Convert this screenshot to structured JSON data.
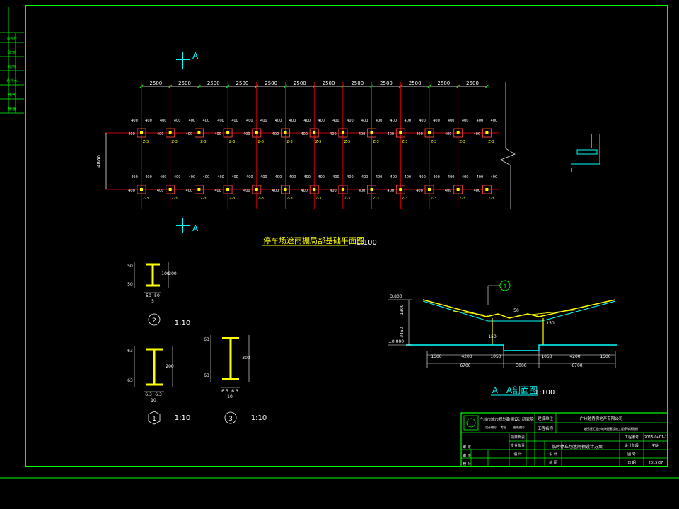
{
  "colors": {
    "background": "#000000",
    "frame": "#00ff00",
    "dimension": "#ffffff",
    "grid_axis": "#ff0000",
    "column": "#ff4444",
    "beam_yellow": "#ffff00",
    "cyan": "#00ffff",
    "title_text": "#ffffff"
  },
  "plan": {
    "section_mark": "A",
    "bay_dims": [
      "2500",
      "2500",
      "2500",
      "2500",
      "2500",
      "2500",
      "2500",
      "2500",
      "2500",
      "2500",
      "2500",
      "2500"
    ],
    "overall_width": "4800",
    "post_offset_a": "400",
    "post_offset_b": "400",
    "post_tag": "Z-3",
    "title": "停车场遮雨棚局部基础平面图",
    "scale": "1:100"
  },
  "details": {
    "d2": {
      "id": "2",
      "scale": "1:10",
      "flange_top": "50",
      "flange_bot": "50",
      "web": "100",
      "height": "200",
      "base_left": "50",
      "base_right": "50",
      "base_total": "5"
    },
    "d1": {
      "id": "1",
      "scale": "1:10",
      "top": "63",
      "web": "200",
      "bot": "63",
      "base_left": "6.3",
      "base_right": "6.3",
      "base_total": "10"
    },
    "d3": {
      "id": "3",
      "scale": "1:10",
      "top": "63",
      "web": "300",
      "bot": "63",
      "base_left": "6.3",
      "base_right": "6.3",
      "base_total": "10"
    }
  },
  "section": {
    "grid_id": "1",
    "elev_top": "3.800",
    "elev_base": "±0.000",
    "h_upper": "1300",
    "h_lower": "2450",
    "mid_dim": "50",
    "post_label_left": "150",
    "post_label_right": "150",
    "bottom_dims": [
      "1500",
      "4200",
      "1050",
      "1050",
      "4200",
      "1500"
    ],
    "totals": [
      "6700",
      "3000",
      "6700"
    ],
    "title": "A－A剖面图",
    "scale": "1:100"
  },
  "titleblock": {
    "org": "广州市城市规划勘测设计研究院",
    "org_sub1": "设计编号",
    "org_sub2": "专业",
    "org_sub3": "图纸编号",
    "client_label": "建设单位",
    "client": "广州越秀房地产有限公司",
    "project_label": "工程名称",
    "project": "越秀星汇金沙地块配套设施工程停车场雨棚",
    "drawing_title": "临时停车场遮雨棚设计方案",
    "roles_top": [
      "项目负责",
      "专业负责",
      "设 计"
    ],
    "roles_left": [
      "审 定",
      "审 核",
      "校 对"
    ],
    "roles_right": [
      "设 计",
      "绘 图"
    ],
    "info_labels": [
      "工程编号",
      "设计阶段",
      "图 号",
      "日 期"
    ],
    "info_values": [
      "2015-0401-1",
      "初设",
      "",
      "2015.07"
    ],
    "date_label": "日",
    "date_value": "2015.07"
  },
  "sidebar": {
    "labels": [
      "会签栏",
      "建筑",
      "结构",
      "给排水",
      "电气",
      "暖通"
    ]
  }
}
